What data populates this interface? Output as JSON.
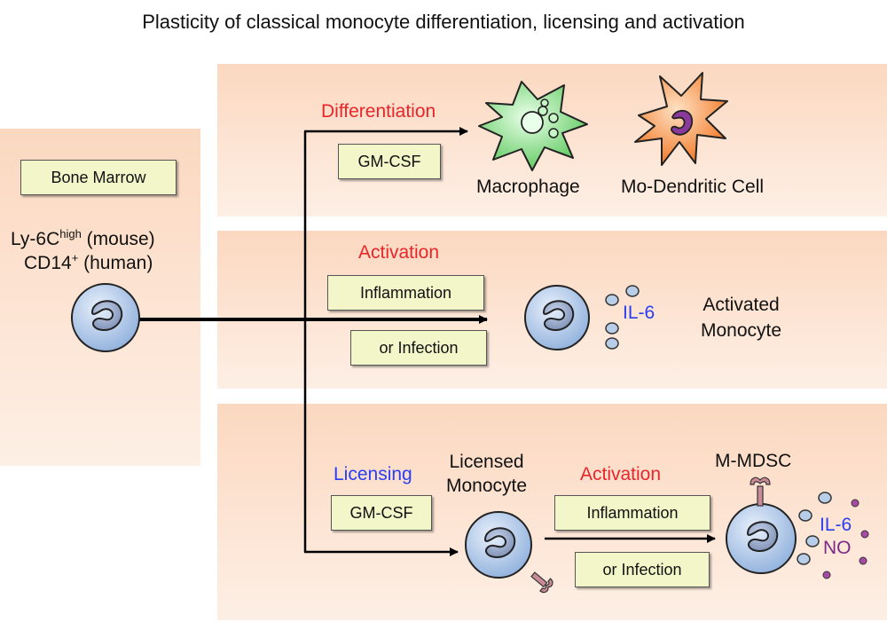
{
  "title": "Plasticity of classical monocyte differentiation, licensing and activation",
  "source": {
    "box_label": "Bone Marrow",
    "line1_main": "Ly-6C",
    "line1_sup": "high",
    "line1_suffix": " (mouse)",
    "line2_main": "CD14",
    "line2_sup": "+",
    "line2_suffix": " (human)"
  },
  "differentiation": {
    "heading": "Differentiation",
    "factor": "GM-CSF",
    "cell1": "Macrophage",
    "cell2": "Mo-Dendritic Cell"
  },
  "activation": {
    "heading": "Activation",
    "factor1": "Inflammation",
    "factor2": "or Infection",
    "cytokine": "IL-6",
    "result_line1": "Activated",
    "result_line2": "Monocyte"
  },
  "licensing": {
    "heading": "Licensing",
    "factor": "GM-CSF",
    "licensed_line1": "Licensed",
    "licensed_line2": "Monocyte",
    "activation_heading": "Activation",
    "factor1": "Inflammation",
    "factor2": "or Infection",
    "result": "M-MDSC",
    "cytokine": "IL-6",
    "no": "NO"
  },
  "colors": {
    "heading_red": "#e8262a",
    "heading_blue": "#2a3df0",
    "cytokine_blue": "#2a3df0",
    "no_purple": "#7b2a85",
    "macrophage_green": "#6ad46a",
    "dendritic_orange": "#f47a1e",
    "monocyte_blue": "#aac4e8"
  },
  "icons": [
    "monocyte-icon",
    "macrophage-icon",
    "dendritic-cell-icon",
    "activated-monocyte-icon",
    "licensed-monocyte-icon",
    "mdsc-icon",
    "receptor-icon",
    "cytokine-dot-icon"
  ]
}
